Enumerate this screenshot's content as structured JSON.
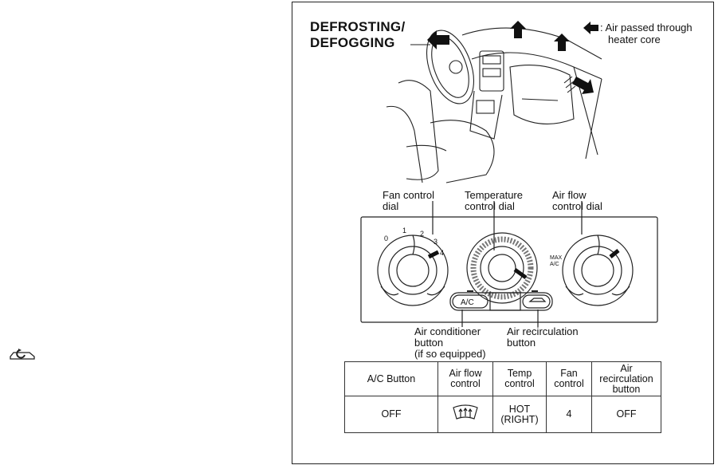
{
  "title_line1": "DEFROSTING/",
  "title_line2": "DEFOGGING",
  "legend": {
    "line1": ": Air passed through",
    "line2": "heater core",
    "icon": "filled-arrow-left-icon"
  },
  "callouts": {
    "fan_dial": [
      "Fan control",
      "dial"
    ],
    "temp_dial": [
      "Temperature",
      "control dial"
    ],
    "airflow_dial": [
      "Air flow",
      "control dial"
    ],
    "ac_button": [
      "Air conditioner",
      "button",
      "(if so equipped)"
    ],
    "recirc_button": [
      "Air recirculation",
      "button"
    ]
  },
  "panel": {
    "fan_ticks": [
      "0",
      "1",
      "2",
      "3",
      "4"
    ],
    "ac_label": "A/C",
    "max_ac_label": "MAX A/C"
  },
  "table": {
    "headers": [
      "A/C Button",
      "Air flow control",
      "Temp control",
      "Fan control",
      "Air recirculation button"
    ],
    "values": [
      "OFF",
      "defrost-icon",
      "HOT (RIGHT)",
      "4",
      "OFF"
    ]
  },
  "side_icon": "recirculation-car-icon"
}
